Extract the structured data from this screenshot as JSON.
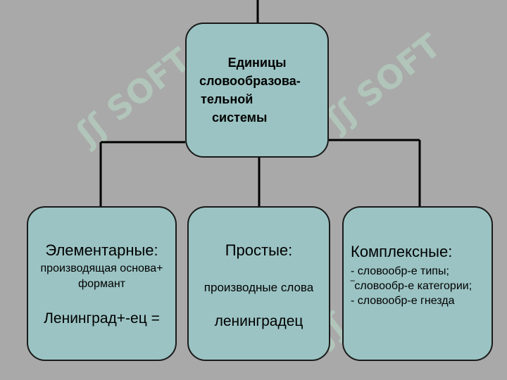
{
  "root": {
    "lines": [
      "Единицы",
      "словообразова-",
      "тельной",
      "системы"
    ]
  },
  "children": {
    "elementary": {
      "heading": "Элементарные:",
      "desc_line1": "производящая основа+",
      "desc_line2": "формант",
      "example": "Ленинград+-ец ="
    },
    "simple": {
      "heading": "Простые:",
      "desc": "производные слова",
      "example": "ленинградец"
    },
    "complex": {
      "heading": "Комплексные:",
      "items": [
        "- словообр-е типы;",
        "‾словообр-е категории;",
        "- словообр-е гнезда"
      ]
    }
  },
  "watermark": {
    "text": "SOFT"
  },
  "colors": {
    "background": "#a9a9a9",
    "box_fill": "#9bc3c3",
    "line": "#000000",
    "watermark": "#b9ddc8"
  }
}
